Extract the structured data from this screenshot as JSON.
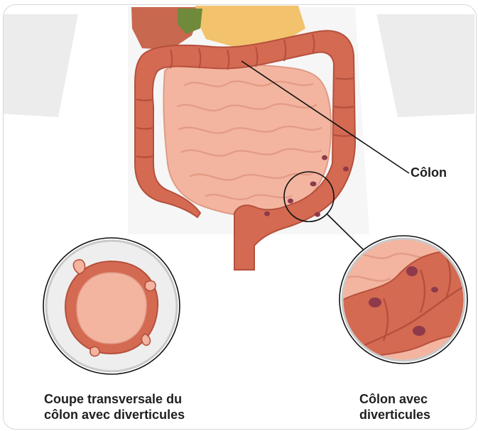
{
  "labels": {
    "colon": "Côlon",
    "cross_section_line1": "Coupe transversale du",
    "cross_section_line2": "côlon avec diverticules",
    "zoom_line1": "Côlon avec",
    "zoom_line2": "diverticules"
  },
  "colors": {
    "background_silhouette": "#ececec",
    "colon": "#d46a52",
    "colon_dark": "#b5503c",
    "small_intestine": "#f3b5a0",
    "diverticulum": "#8e3a4a",
    "liver": "#c8684f",
    "stomach": "#f2c26c",
    "gallbladder": "#6f8a3a",
    "leader_line": "#111111"
  }
}
